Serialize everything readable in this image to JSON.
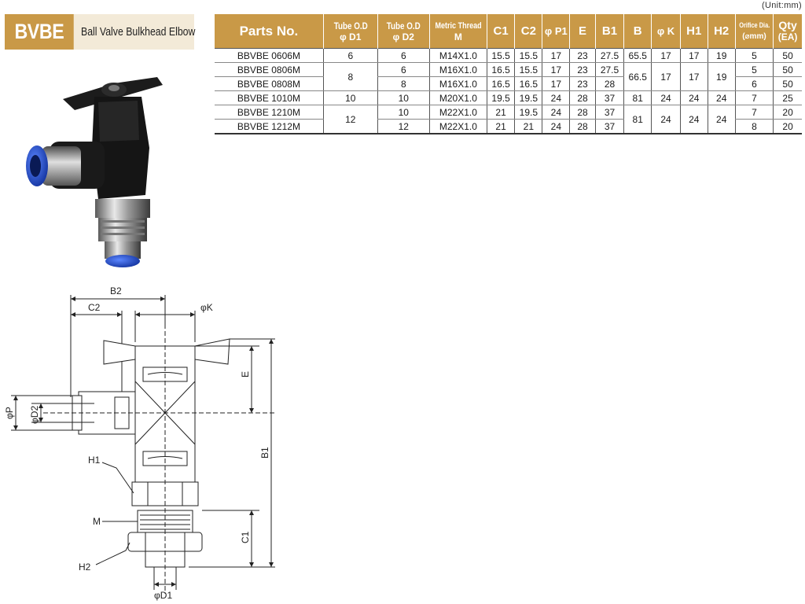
{
  "header": {
    "code": "BVBE",
    "description": "Ball Valve Bulkhead Elbow"
  },
  "unit_label": "(Unit:mm)",
  "table": {
    "headers": [
      {
        "line1": "Parts No.",
        "line2": ""
      },
      {
        "line1": "Tube O.D",
        "line2": "φ D1"
      },
      {
        "line1": "Tube O.D",
        "line2": "φ D2"
      },
      {
        "line1": "Metric Thread",
        "line2": "M"
      },
      {
        "line1": "C1",
        "line2": ""
      },
      {
        "line1": "C2",
        "line2": ""
      },
      {
        "line1": "φ P1",
        "line2": ""
      },
      {
        "line1": "E",
        "line2": ""
      },
      {
        "line1": "B1",
        "line2": ""
      },
      {
        "line1": "B",
        "line2": ""
      },
      {
        "line1": "φ K",
        "line2": ""
      },
      {
        "line1": "H1",
        "line2": ""
      },
      {
        "line1": "H2",
        "line2": ""
      },
      {
        "line1": "Orifice Dia.",
        "line2": "(⌀mm)"
      },
      {
        "line1": "Qty",
        "line2": "(EA)"
      }
    ],
    "rows": [
      {
        "part": "BBVBE 0606M",
        "d1": "6",
        "d2": "6",
        "m": "M14X1.0",
        "c1": "15.5",
        "c2": "15.5",
        "p1": "17",
        "e": "23",
        "b1": "27.5",
        "b": "65.5",
        "k": "17",
        "h1": "17",
        "h2": "19",
        "orifice": "5",
        "qty": "50"
      },
      {
        "part": "BBVBE 0806M",
        "d1": "8",
        "d2": "6",
        "m": "M16X1.0",
        "c1": "16.5",
        "c2": "15.5",
        "p1": "17",
        "e": "23",
        "b1": "27.5",
        "b": "66.5",
        "k": "17",
        "h1": "17",
        "h2": "19",
        "orifice": "5",
        "qty": "50"
      },
      {
        "part": "BBVBE 0808M",
        "d1": "",
        "d2": "8",
        "m": "M16X1.0",
        "c1": "16.5",
        "c2": "16.5",
        "p1": "17",
        "e": "23",
        "b1": "28",
        "b": "",
        "k": "",
        "h1": "",
        "h2": "",
        "orifice": "6",
        "qty": "50"
      },
      {
        "part": "BBVBE 1010M",
        "d1": "10",
        "d2": "10",
        "m": "M20X1.0",
        "c1": "19.5",
        "c2": "19.5",
        "p1": "24",
        "e": "28",
        "b1": "37",
        "b": "81",
        "k": "24",
        "h1": "24",
        "h2": "24",
        "orifice": "7",
        "qty": "25"
      },
      {
        "part": "BBVBE 1210M",
        "d1": "12",
        "d2": "10",
        "m": "M22X1.0",
        "c1": "21",
        "c2": "19.5",
        "p1": "24",
        "e": "28",
        "b1": "37",
        "b": "81",
        "k": "24",
        "h1": "24",
        "h2": "24",
        "orifice": "7",
        "qty": "20"
      },
      {
        "part": "BBVBE 1212M",
        "d1": "",
        "d2": "12",
        "m": "M22X1.0",
        "c1": "21",
        "c2": "21",
        "p1": "24",
        "e": "28",
        "b1": "37",
        "b": "",
        "k": "",
        "h1": "",
        "h2": "",
        "orifice": "8",
        "qty": "20"
      }
    ]
  },
  "drawing_labels": {
    "b2": "B2",
    "c2": "C2",
    "k": "φK",
    "e": "E",
    "p": "φP",
    "d2": "φD2",
    "h1": "H1",
    "b1": "B1",
    "m": "M",
    "c1": "C1",
    "h2": "H2",
    "d1": "φD1"
  },
  "colors": {
    "accent": "#c99947",
    "badge_bg": "#f3ead8",
    "tube_blue": "#1e4fd6"
  }
}
